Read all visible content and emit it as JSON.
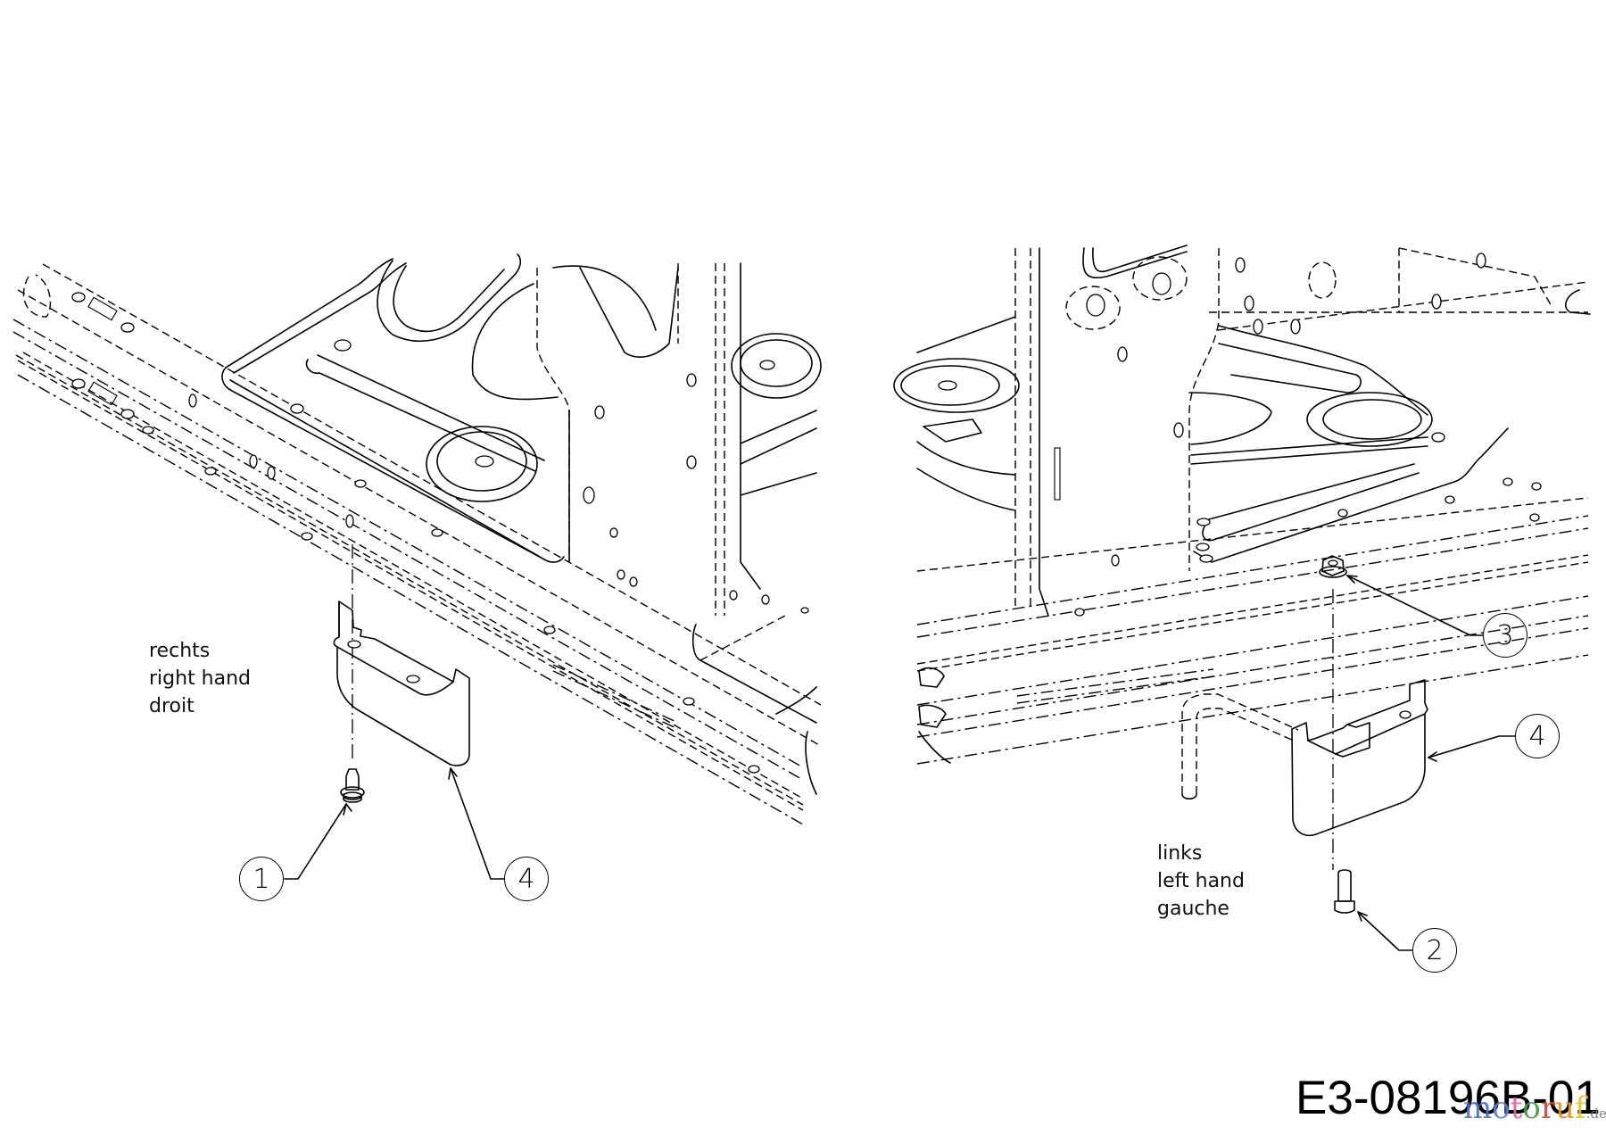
{
  "diagram": {
    "drawing_code": "E3-08196B-01",
    "watermark": {
      "letters": [
        {
          "ch": "m",
          "color": "#4a6fd0"
        },
        {
          "ch": "o",
          "color": "#5b7fd6"
        },
        {
          "ch": "t",
          "color": "#e0609f"
        },
        {
          "ch": "o",
          "color": "#3f9f45"
        },
        {
          "ch": "r",
          "color": "#d2452f"
        },
        {
          "ch": "u",
          "color": "#e8921f"
        },
        {
          "ch": "f",
          "color": "#e6c21d"
        }
      ],
      "tld": ".de"
    },
    "left_view": {
      "labels": [
        "rechts",
        "right hand",
        "droit"
      ],
      "callouts": [
        {
          "number": "1",
          "part": "screw"
        },
        {
          "number": "4",
          "part": "guard"
        }
      ]
    },
    "right_view": {
      "labels": [
        "links",
        "left hand",
        "gauche"
      ],
      "callouts": [
        {
          "number": "3",
          "part": "nut"
        },
        {
          "number": "4",
          "part": "guard"
        },
        {
          "number": "2",
          "part": "bolt"
        }
      ]
    }
  }
}
